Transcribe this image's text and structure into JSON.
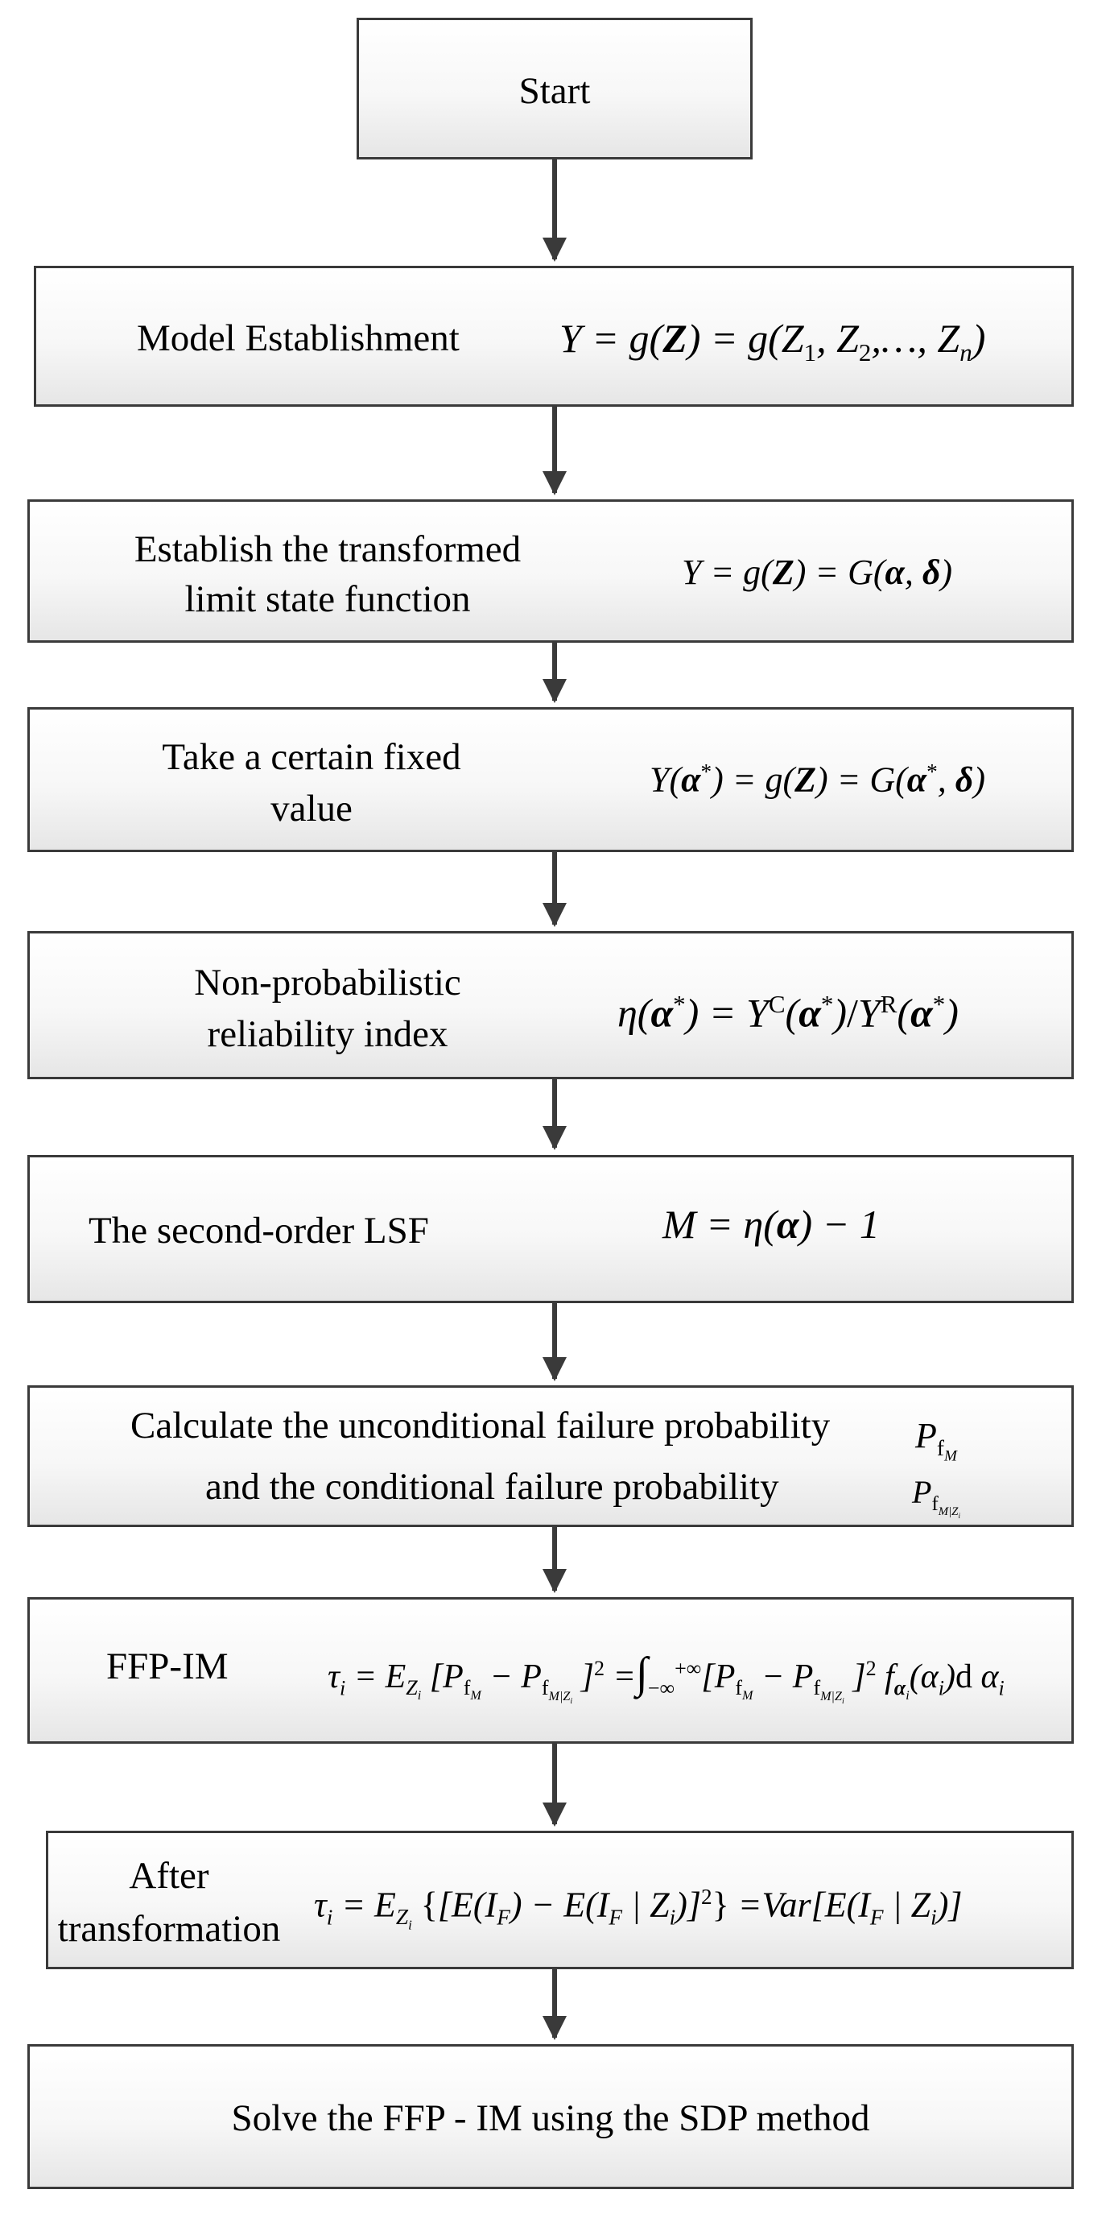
{
  "flowchart": {
    "start": {
      "label": "Start"
    },
    "model": {
      "label": "Model Establishment",
      "equation": "Y = g(Z) = g(Z1, Z2, ..., Zn)"
    },
    "transform": {
      "label_line1": "Establish the transformed",
      "label_line2": "limit state function",
      "equation": "Y = g(Z) = G(α, δ)"
    },
    "fixed": {
      "label_line1": "Take a certain fixed",
      "label_line2": "value",
      "equation": "Y(α*) = g(Z) = G(α*, δ)"
    },
    "index": {
      "label_line1": "Non-probabilistic",
      "label_line2": "reliability index",
      "equation": "η(α*) = YC(α*)/YR(α*)"
    },
    "lsf": {
      "label": "The second-order LSF",
      "equation": "M = η(α) − 1"
    },
    "calc": {
      "label_line1": "Calculate the unconditional failure probability",
      "label_line2": "and the conditional failure probability",
      "symbol1": "PfM",
      "symbol2": "PfM|Zi"
    },
    "ffp": {
      "label": "FFP-IM",
      "equation": "τi = EZi[PfM − PfM|Zi]² = ∫−∞+∞[PfM − PfM|Zi]² fαi(αi) dαi"
    },
    "after": {
      "label_line1": "After",
      "label_line2": "transformation",
      "equation": "τi = EZi{[E(IF) − E(IF | Zi)]²} = Var[E(IF | Zi)]"
    },
    "solve": {
      "label": "Solve the FFP - IM using the SDP method"
    }
  }
}
